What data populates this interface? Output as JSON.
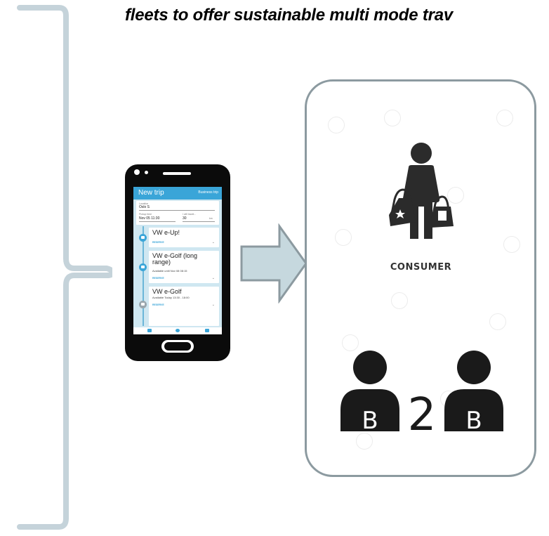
{
  "headline": "fleets to offer sustainable multi mode trav",
  "phone_app": {
    "title": "New trip",
    "mode": "Business trip",
    "location_label": "Location",
    "location_value": "Oslo S",
    "pickup_label": "Pickup time",
    "pickup_value": "Nov 05 11:30",
    "travel_label": "I will travel...",
    "travel_value": "30",
    "travel_unit": "km",
    "cars": [
      {
        "name": "VW e-Up!",
        "detail": "",
        "action": "RESERVE",
        "status": "available"
      },
      {
        "name": "VW e-Golf (long range)",
        "detail": "Available until Nov 08 08:15",
        "action": "RESERVE",
        "status": "available"
      },
      {
        "name": "VW e-Golf",
        "detail": "Available Today 13:30 - 18:00",
        "action": "RESERVE",
        "status": "unavailable"
      }
    ],
    "nav_icons": [
      "home-icon",
      "history-icon",
      "person-icon"
    ]
  },
  "panel": {
    "consumer_label": "CONSUMER",
    "b2b_left": "B",
    "b2b_mid": "2",
    "b2b_right": "B"
  },
  "colors": {
    "accent": "#3aa5d8",
    "bracket": "#c5d3da",
    "arrow_fill": "#c6d8de",
    "arrow_stroke": "#8c9aa0",
    "panel_border": "#8c9aa0",
    "icon_dark": "#2b2b2b"
  }
}
